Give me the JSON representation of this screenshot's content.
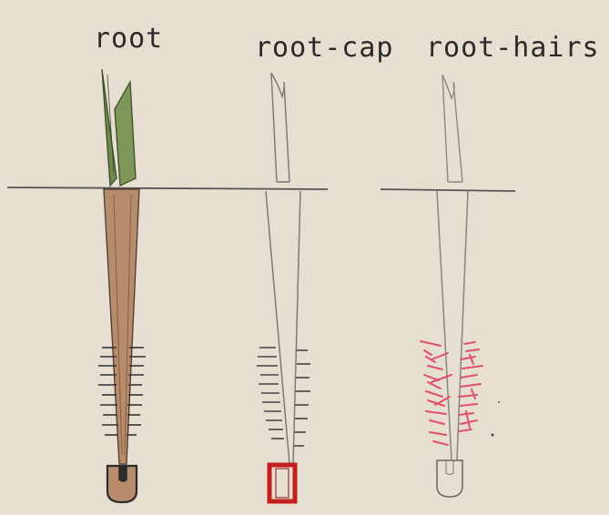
{
  "labels": {
    "root": "root",
    "root_cap": "root-cap",
    "root_hairs": "root-hairs"
  },
  "colors": {
    "paper": "#e8e0d2",
    "pencil": "#4a4a4a",
    "shoot_green": "#6f8a4e",
    "root_brown": "#b78c6c",
    "cap_red": "#c41e1e",
    "hair_pink": "#e0506a"
  }
}
